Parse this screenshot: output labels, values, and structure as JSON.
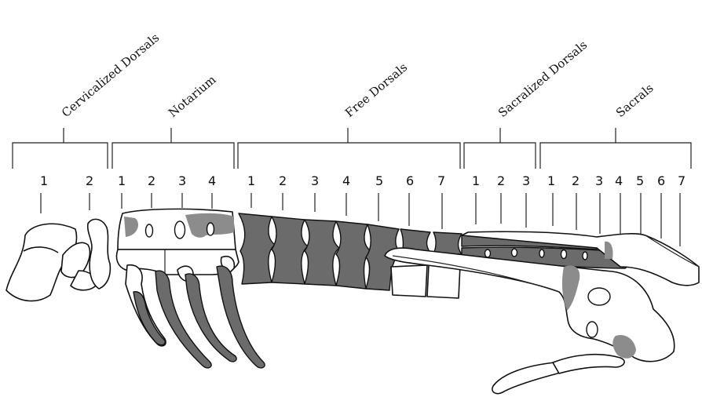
{
  "groups": [
    {
      "label": "Cervicalized Dorsals",
      "numbers": [
        "1",
        "2"
      ]
    },
    {
      "label": "Notarium",
      "numbers": [
        "1",
        "2",
        "3",
        "4"
      ]
    },
    {
      "label": "Free Dorsals",
      "numbers": [
        "1",
        "2",
        "3",
        "4",
        "5",
        "6",
        "7"
      ]
    },
    {
      "label": "Sacralized Dorsals",
      "numbers": [
        "1",
        "2",
        "3"
      ]
    },
    {
      "label": "Sacrals",
      "numbers": [
        "1",
        "2",
        "3",
        "4",
        "5",
        "6",
        "7"
      ]
    }
  ],
  "colors": {
    "preserved_bone": "#6b6b6b",
    "reconstructed_bone": "#ffffff",
    "patch": "#8c8c8c"
  }
}
